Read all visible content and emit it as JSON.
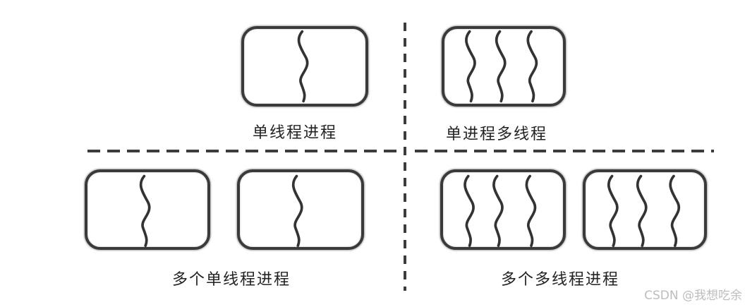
{
  "diagram": {
    "quadrants": [
      {
        "label": "单线程进程",
        "processes": 1,
        "threads_per_process": 1
      },
      {
        "label": "单进程多线程",
        "processes": 1,
        "threads_per_process": 3
      },
      {
        "label": "多个单线程进程",
        "processes": 2,
        "threads_per_process": 1
      },
      {
        "label": "多个多线程进程",
        "processes": 2,
        "threads_per_process": 3
      }
    ],
    "colors": {
      "stroke": "#3a3a3a",
      "background": "#ffffff",
      "watermark": "#bdbdbd"
    }
  },
  "watermark": "CSDN @我想吃余"
}
